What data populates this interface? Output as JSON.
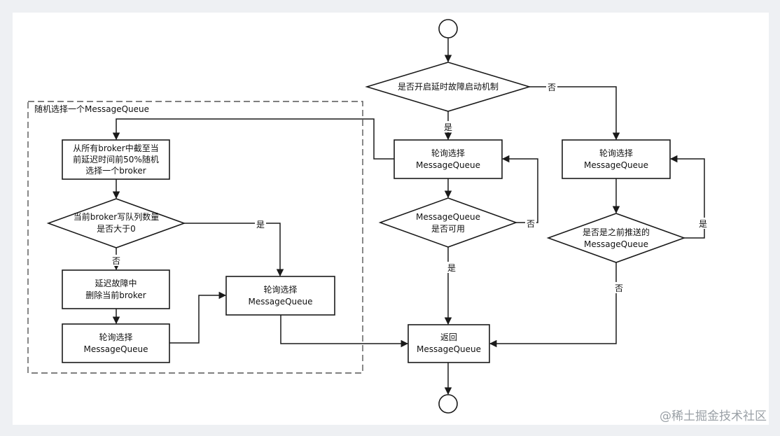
{
  "group": {
    "label": "随机选择一个MessageQueue"
  },
  "nodes": {
    "start": "",
    "d_fault": "是否开启延时故障启动机制",
    "p_round_mid": [
      "轮询选择",
      "MessageQueue"
    ],
    "p_round_right": [
      "轮询选择",
      "MessageQueue"
    ],
    "d_available": [
      "MessageQueue",
      "是否可用"
    ],
    "d_prev_pushed": [
      "是否是之前推送的",
      "MessageQueue"
    ],
    "p_broker_pick": [
      "从所有broker中截至当",
      "前延迟时间前50%随机",
      "选择一个broker"
    ],
    "d_queue_count": [
      "当前broker写队列数量",
      "是否大于0"
    ],
    "p_delete_broker": [
      "延迟故障中",
      "删除当前broker"
    ],
    "p_round_inner_right": [
      "轮询选择",
      "MessageQueue"
    ],
    "p_round_inner_left": [
      "轮询选择",
      "MessageQueue"
    ],
    "p_return": [
      "返回",
      "MessageQueue"
    ],
    "end": ""
  },
  "edges": {
    "fault_yes": "是",
    "fault_no": "否",
    "available_no": "否",
    "available_yes": "是",
    "prev_yes": "是",
    "prev_no": "否",
    "count_yes": "是",
    "count_no": "否"
  },
  "watermark": "@稀土掘金技术社区",
  "colors": {
    "background": "#eef0f3",
    "panel": "#ffffff",
    "stroke": "#1a1a1a",
    "dashed": "#555555"
  }
}
